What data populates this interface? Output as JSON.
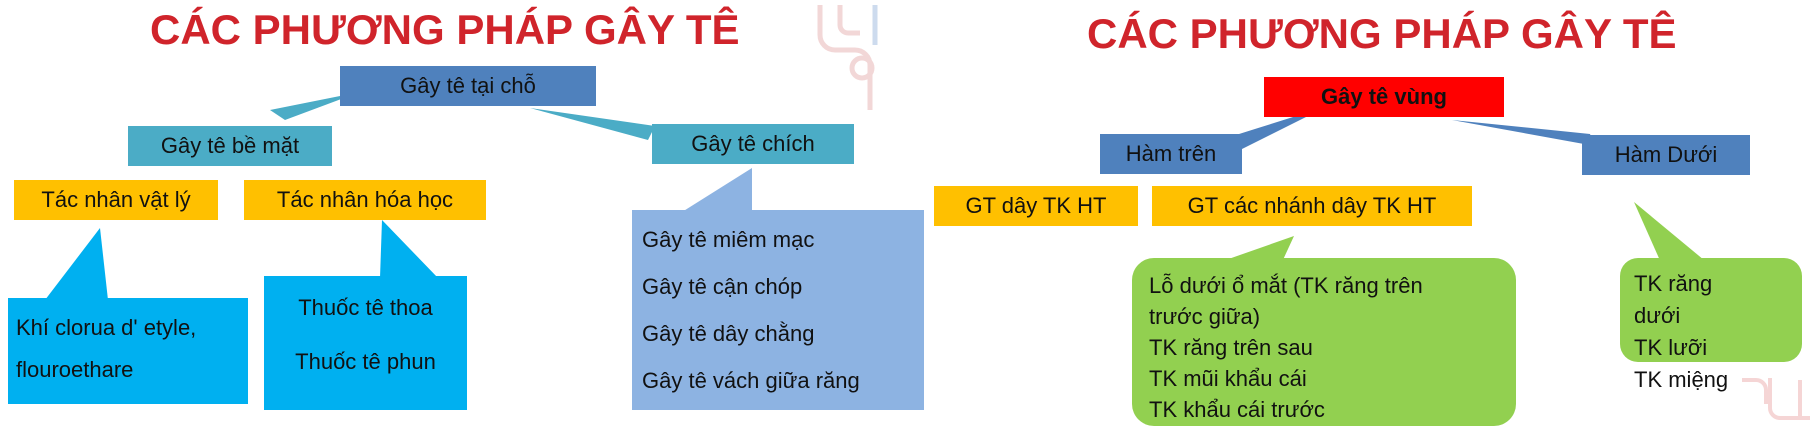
{
  "left": {
    "title": "CÁC PHƯƠNG PHÁP GÂY TÊ",
    "root": "Gây tê tại chỗ",
    "surface": "Gây tê  bề mặt",
    "injection": "Gây tê chích",
    "physical_agent": "Tác nhân vật lý",
    "chemical_agent": "Tác nhân hóa học",
    "physical_examples": [
      "Khí clorua d' etyle,",
      "flouroethare"
    ],
    "chemical_examples": [
      "Thuốc tê thoa",
      "Thuốc tê phun"
    ],
    "injection_types": [
      "Gây tê miêm mạc",
      "Gây tê cận chóp",
      "Gây tê dây chằng",
      "Gây tê vách giữa răng"
    ]
  },
  "right": {
    "title": "CÁC PHƯƠNG PHÁP GÂY TÊ",
    "root": "Gây tê vùng",
    "upper_jaw": "Hàm trên",
    "lower_jaw": "Hàm Dưới",
    "trunk_block": "GT dây TK HT",
    "branch_block": "GT các nhánh dây TK HT",
    "branch_list": [
      "Lỗ dưới ổ mắt (TK răng trên",
      "trước giữa)",
      "TK răng trên sau",
      "TK mũi khẩu cái",
      "TK khẩu cái trước"
    ],
    "lower_list": [
      "TK răng",
      "dưới",
      "TK lưỡi",
      "TK miệng"
    ]
  },
  "colors": {
    "title": "#d0242b",
    "steel_blue": "#4f81bd",
    "teal": "#4bacc6",
    "amber": "#ffc000",
    "cyan": "#00b0f0",
    "light_blue": "#8db3e2",
    "red": "#ff0000",
    "green": "#92d050"
  }
}
